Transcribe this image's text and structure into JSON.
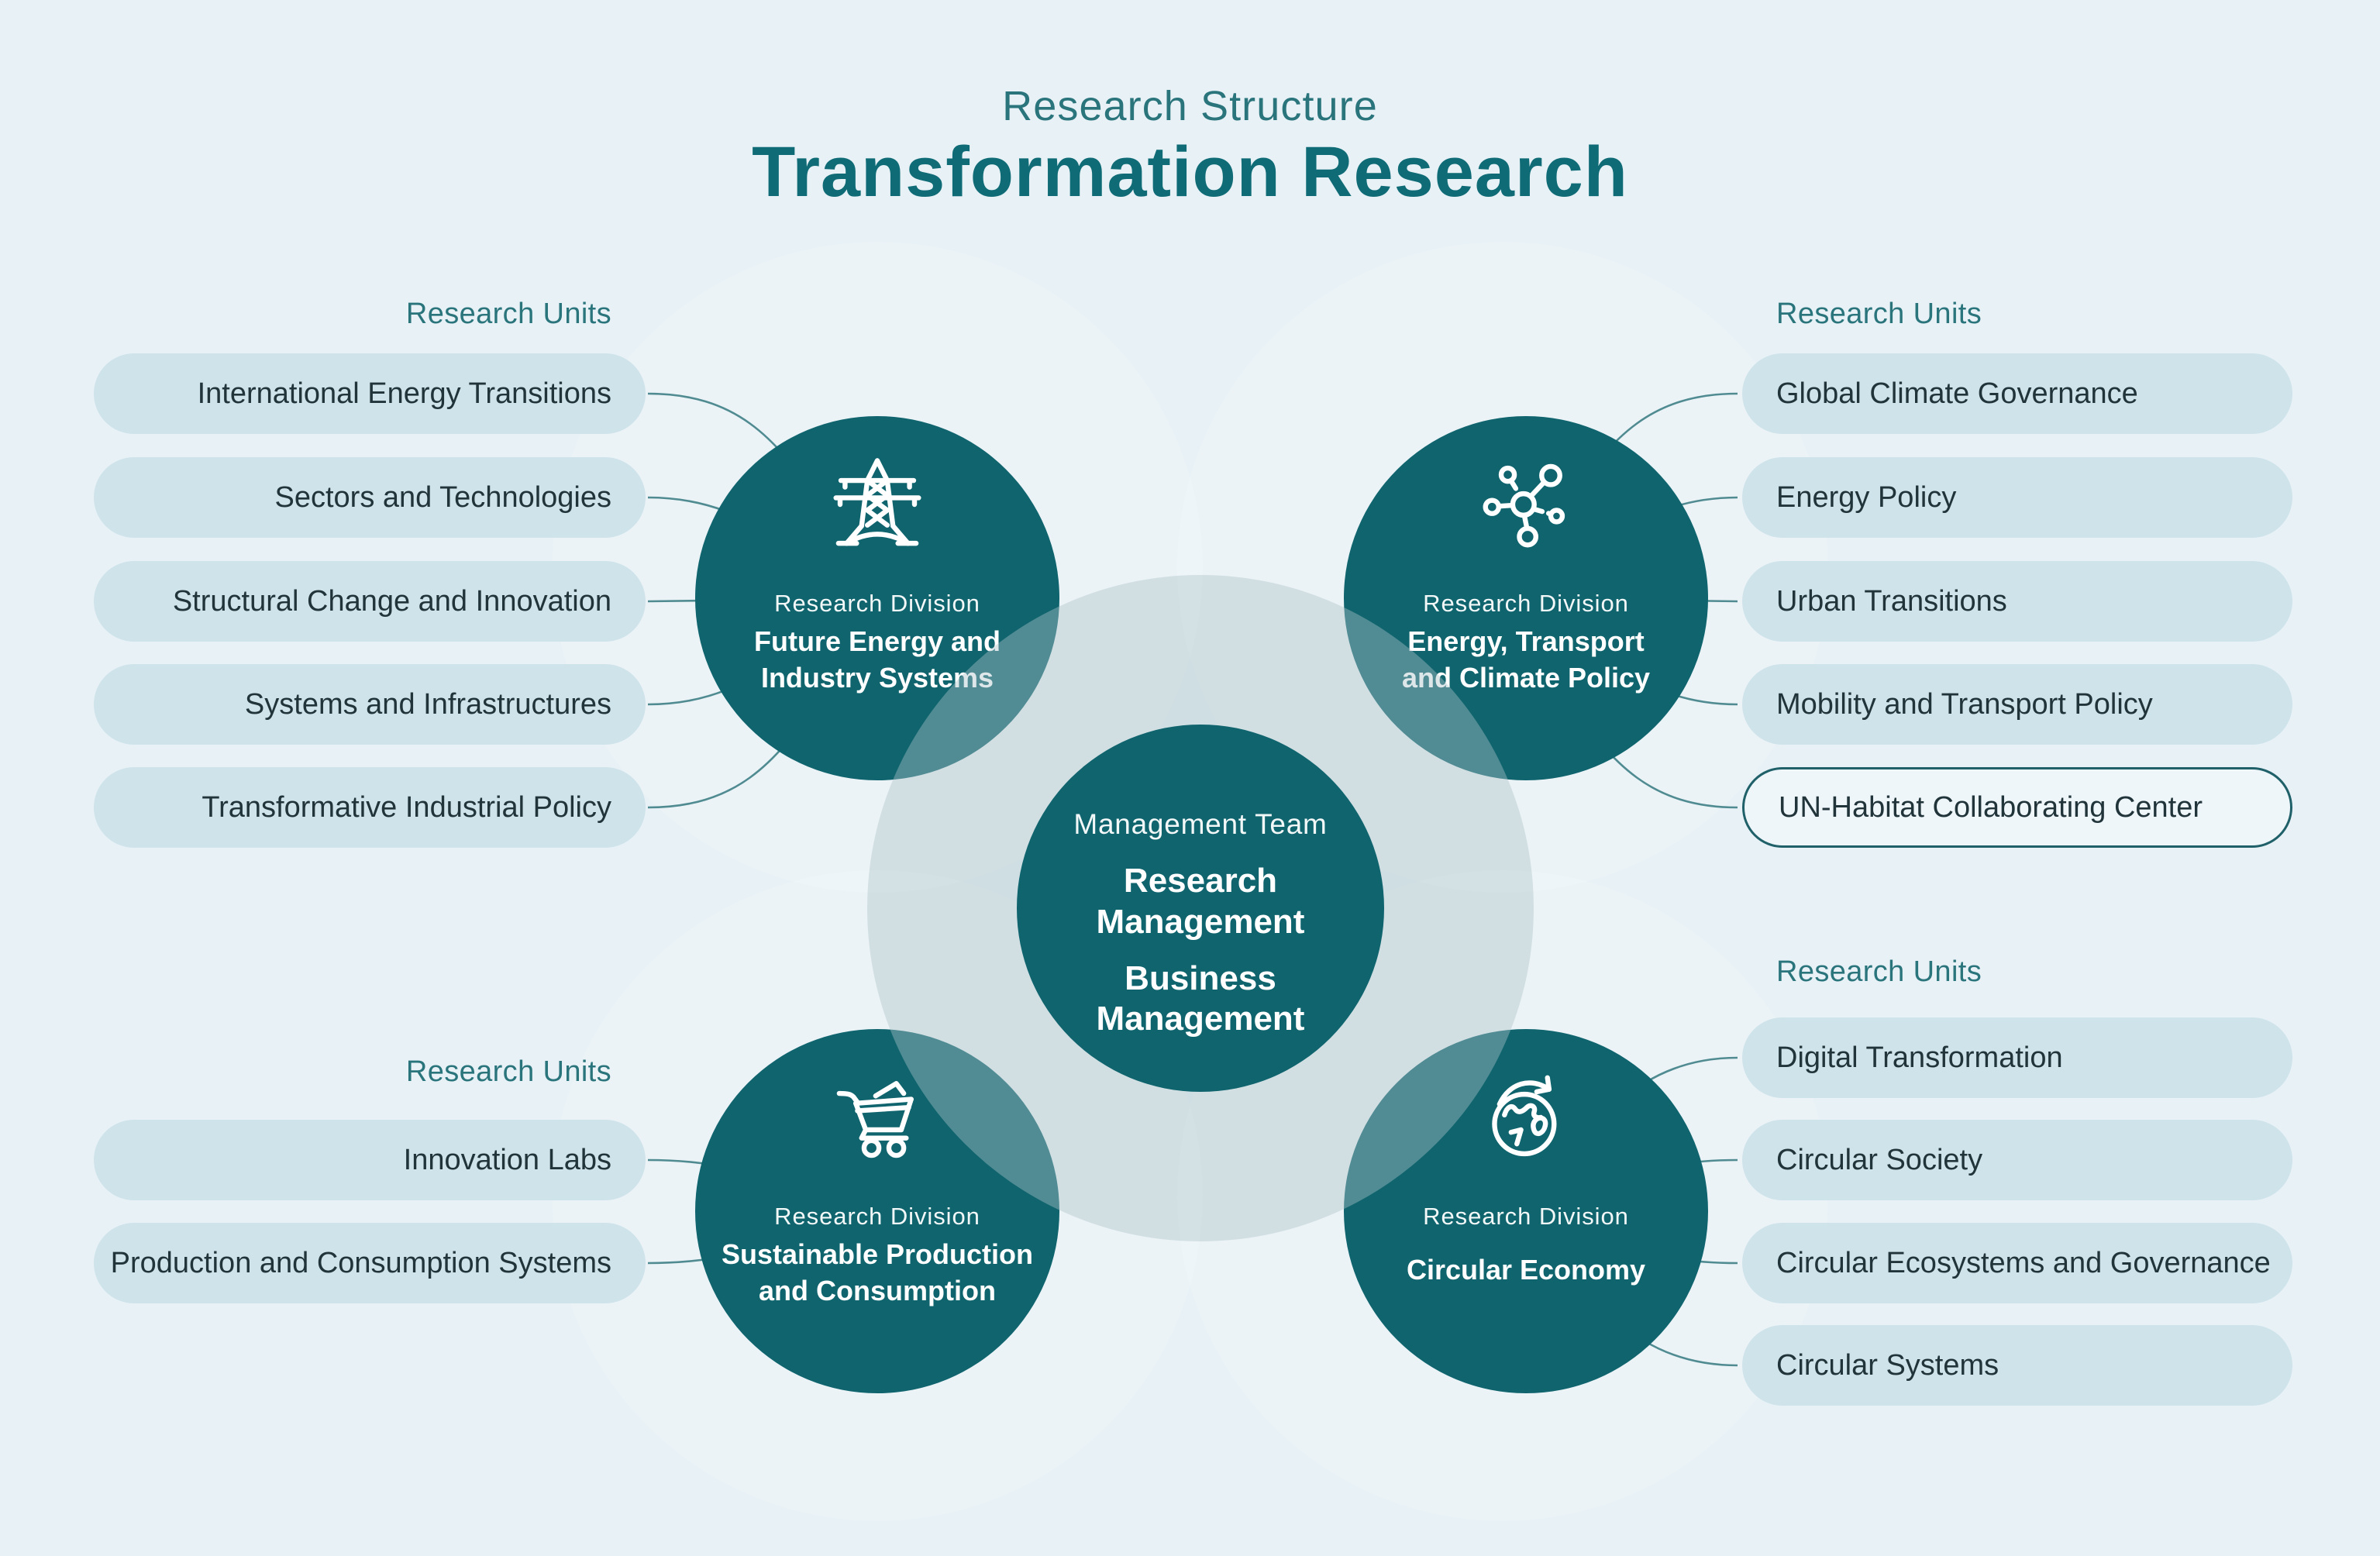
{
  "page": {
    "eyebrow": "Research Structure",
    "title": "Transformation Research"
  },
  "labels": {
    "research_units": "Research Units",
    "research_division": "Research Division",
    "management_team": "Management Team"
  },
  "center": {
    "items": [
      "Research Management",
      "Business Management"
    ]
  },
  "divisions": {
    "future_energy": {
      "name_line1": "Future Energy and",
      "name_line2": "Industry Systems",
      "icon": "transmission-tower-icon",
      "units": [
        "International Energy Transitions",
        "Sectors and Technologies",
        "Structural Change and Innovation",
        "Systems and Infrastructures",
        "Transformative Industrial Policy"
      ]
    },
    "energy_transport": {
      "name_line1": "Energy, Transport",
      "name_line2": "and Climate Policy",
      "icon": "network-nodes-icon",
      "units": [
        "Global Climate Governance",
        "Energy Policy",
        "Urban Transitions",
        "Mobility and Transport Policy",
        "UN-Habitat Collaborating Center"
      ]
    },
    "sustainable_production": {
      "name_line1": "Sustainable Production",
      "name_line2": "and Consumption",
      "icon": "shopping-cart-icon",
      "units": [
        "Innovation Labs",
        "Production and Consumption Systems"
      ]
    },
    "circular_economy": {
      "name_line1": "Circular Economy",
      "name_line2": "",
      "icon": "globe-arrow-icon",
      "units": [
        "Digital Transformation",
        "Circular Society",
        "Circular Ecosystems and Governance",
        "Circular Systems"
      ]
    }
  },
  "colors": {
    "background": "#e7f1f6",
    "pill_fill": "#cfe3ea",
    "pill_text": "#20343a",
    "pill_highlight_fill": "#eef6fa",
    "pill_highlight_border": "#1f6069",
    "division_circle": "#0f646e",
    "central_light_circle": "rgba(173,195,200,0.42)",
    "accent_teal": "#2a747c",
    "title_teal": "#0f6b75",
    "connector": "#4f8b91"
  }
}
